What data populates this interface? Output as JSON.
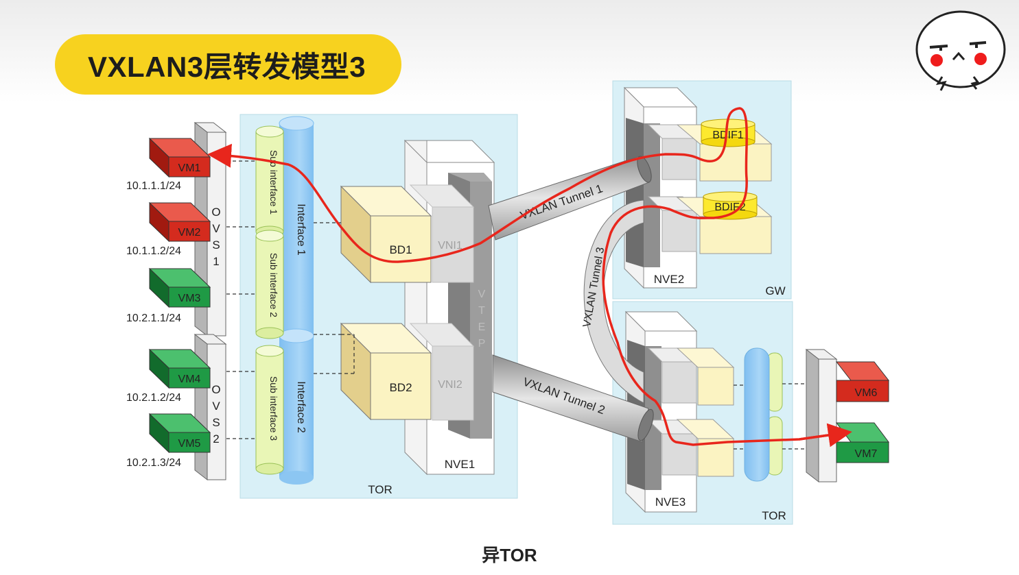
{
  "title": "VXLAN3层转发模型3",
  "caption": "异TOR",
  "vms": {
    "vm1": {
      "name": "VM1",
      "ip": "10.1.1.1/24",
      "color": "#d42b1e"
    },
    "vm2": {
      "name": "VM2",
      "ip": "10.1.1.2/24",
      "color": "#d42b1e"
    },
    "vm3": {
      "name": "VM3",
      "ip": "10.2.1.1/24",
      "color": "#1f9a45"
    },
    "vm4": {
      "name": "VM4",
      "ip": "10.2.1.2/24",
      "color": "#1f9a45"
    },
    "vm5": {
      "name": "VM5",
      "ip": "10.2.1.3/24",
      "color": "#1f9a45"
    },
    "vm6": {
      "name": "VM6",
      "color": "#d42b1e"
    },
    "vm7": {
      "name": "VM7",
      "color": "#1f9a45"
    }
  },
  "ovs": {
    "ovs1": {
      "letters": [
        "O",
        "V",
        "S",
        "1"
      ]
    },
    "ovs2": {
      "letters": [
        "O",
        "V",
        "S",
        "2"
      ]
    }
  },
  "tor_left": {
    "label": "TOR",
    "sub_interfaces": [
      "Sub interface 1",
      "Sub interface 2",
      "Sub interface 3"
    ],
    "interfaces": [
      "Interface 1",
      "Interface 2"
    ],
    "bds": [
      "BD1",
      "BD2"
    ],
    "vnis": [
      "VNI1",
      "VNI2"
    ],
    "vtep_letters": [
      "V",
      "T",
      "E",
      "P"
    ],
    "nve": "NVE1"
  },
  "gw": {
    "label": "GW",
    "nve": "NVE2",
    "bdifs": [
      "BDIF1",
      "BDIF2"
    ]
  },
  "tor_right": {
    "label": "TOR",
    "nve": "NVE3"
  },
  "tunnels": [
    "VXLAN Tunnel 1",
    "VXLAN Tunnel 2",
    "VXLAN Tunnel 3"
  ],
  "colors": {
    "title_bg": "#f7d21f",
    "panel": "#d9f0f7",
    "path": "#e8261c",
    "bd": "#fbf3c2",
    "interface": "#9fd1f4",
    "sub_interface": "#e9f6b6",
    "bdif": "#fde92e"
  }
}
